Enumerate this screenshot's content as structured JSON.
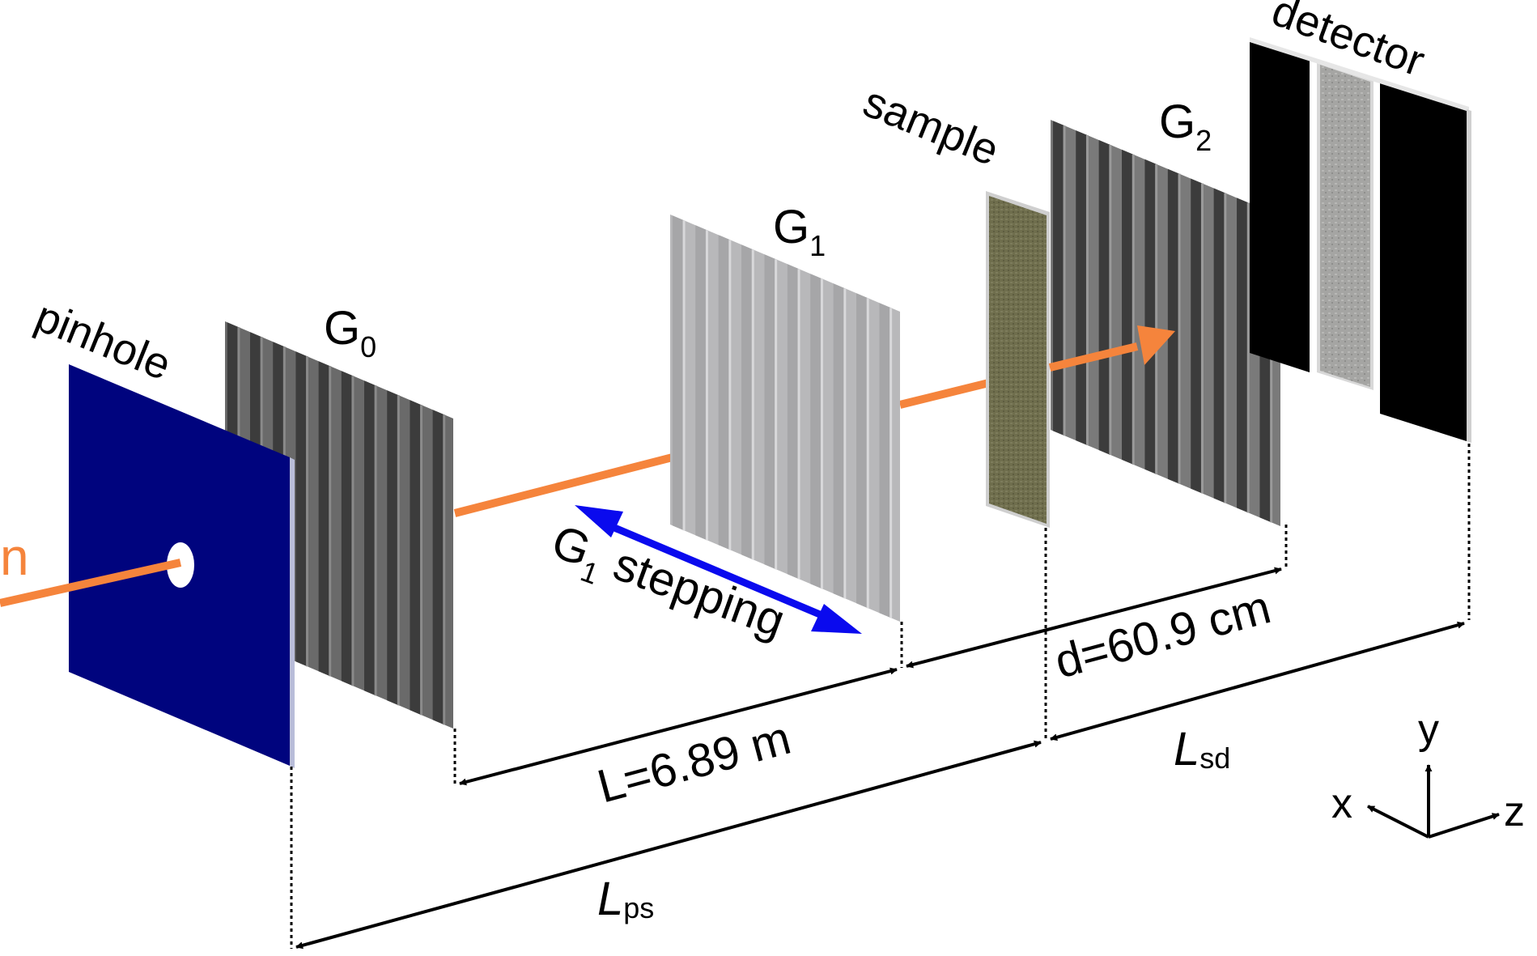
{
  "labels": {
    "neutron": "n",
    "pinhole": "pinhole",
    "g0": "G",
    "g0_sub": "0",
    "g1": "G",
    "g1_sub": "1",
    "g2": "G",
    "g2_sub": "2",
    "sample": "sample",
    "detector": "detector",
    "stepping_g": "G",
    "stepping_sub": "1",
    "stepping_text": " stepping",
    "dist_L": "L=6.89 m",
    "dist_d": "d=60.9 cm",
    "dist_Lsd": "L",
    "dist_Lsd_sub": "sd",
    "dist_Lps": "L",
    "dist_Lps_sub": "ps",
    "axis_x": "x",
    "axis_y": "y",
    "axis_z": "z"
  },
  "colors": {
    "beam": "#f5843c",
    "pinhole_face": "#00047e",
    "grating_dark": "#3c3c3c",
    "grating_light": "#a6a6a8",
    "sample": "#6e6d4c",
    "detector": "#000000",
    "detector_window": "#a5a5a3",
    "stepping_arrow": "#0a0aee"
  }
}
